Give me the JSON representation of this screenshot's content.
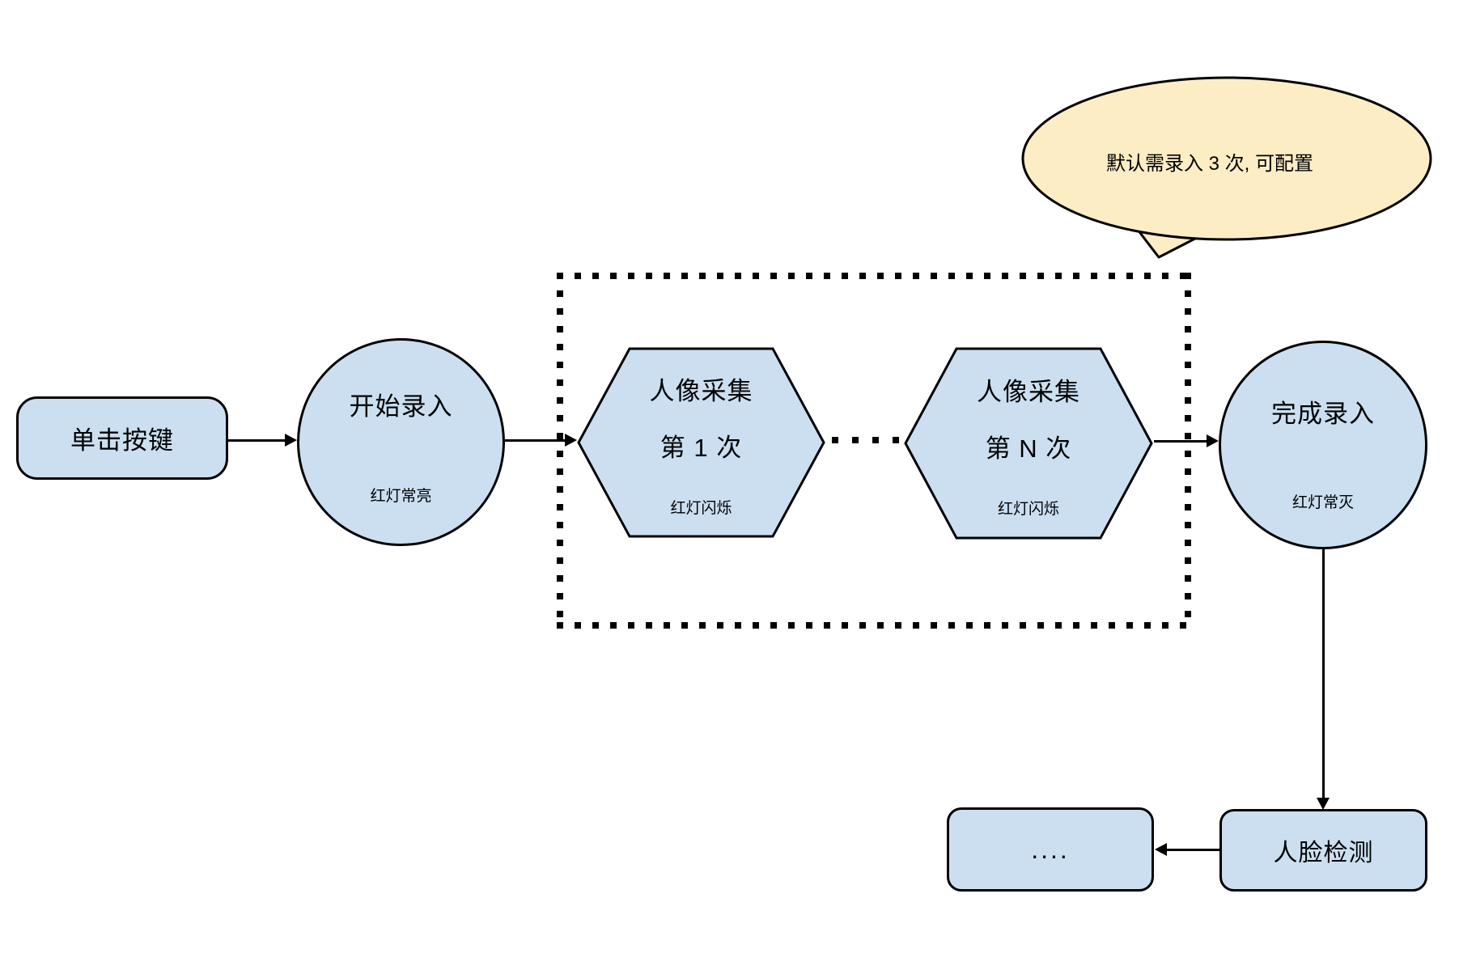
{
  "diagram_title": "face-enrollment-flow",
  "colors": {
    "node_fill": "#cbdff1",
    "node_stroke": "#000000",
    "callout_fill": "#fcedc5",
    "background": "#ffffff"
  },
  "callout": {
    "text": "默认需录入 3 次, 可配置"
  },
  "nodes": {
    "click_button": {
      "label": "单击按键"
    },
    "start": {
      "title": "开始录入",
      "subtitle": "红灯常亮"
    },
    "capture_first": {
      "title": "人像采集",
      "line2": "第 1 次",
      "subtitle": "红灯闪烁"
    },
    "capture_nth": {
      "title": "人像采集",
      "line2": "第 N 次",
      "subtitle": "红灯闪烁"
    },
    "finish": {
      "title": "完成录入",
      "subtitle": "红灯常灭"
    },
    "face_detect": {
      "label": "人脸检测"
    },
    "more": {
      "label": "...."
    }
  }
}
